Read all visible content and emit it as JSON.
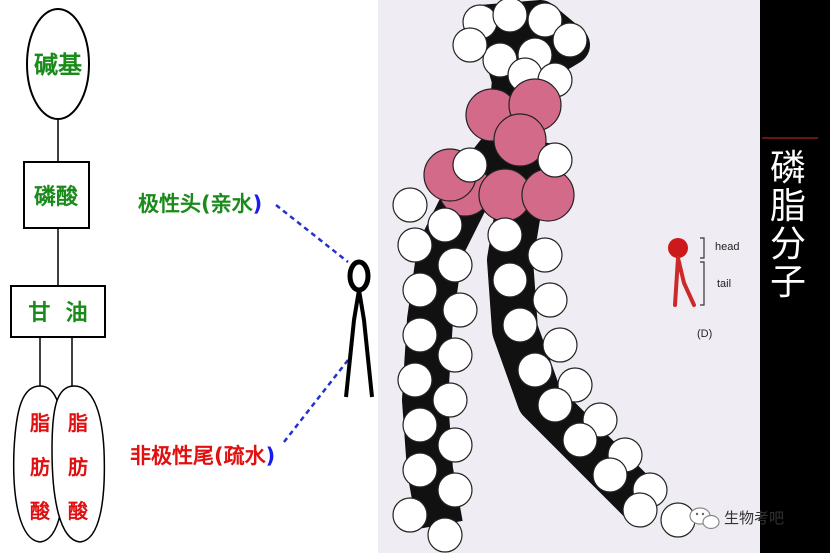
{
  "schematic": {
    "base": "碱基",
    "phosphate": "磷酸",
    "glycerol": "甘  油",
    "fatty_acid_1": [
      "脂",
      "肪",
      "酸"
    ],
    "fatty_acid_2": [
      "脂",
      "肪",
      "酸"
    ]
  },
  "labels": {
    "polar_head_prefix": "极性头(",
    "polar_head_word": "亲水",
    "polar_head_suffix": ")",
    "nonpolar_tail_prefix": "非极性尾(",
    "nonpolar_tail_word": "疏水",
    "nonpolar_tail_suffix": ")"
  },
  "inset": {
    "head": "head",
    "tail": "tail",
    "caption": "(D)"
  },
  "side_title": "磷脂分子",
  "watermark": "生物考吧",
  "colors": {
    "green_text": "#1a8a1a",
    "red_text": "#e01010",
    "blue_text": "#1a1aee",
    "dashed_line": "#2233cc",
    "head_pink": "#d36a8a",
    "panel_bg": "#efedf3",
    "side_bar": "#000000"
  }
}
